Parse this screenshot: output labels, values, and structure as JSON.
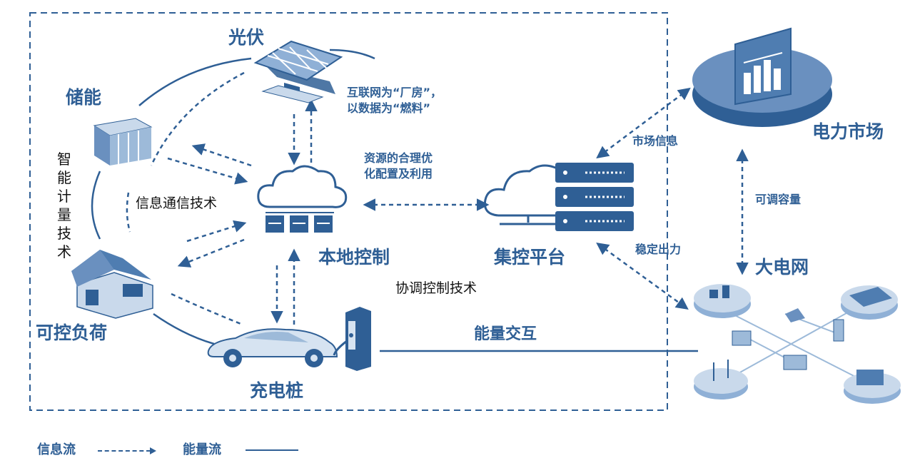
{
  "nodes": {
    "pv": "光伏",
    "storage": "储能",
    "controllable_load": "可控负荷",
    "charging_pile": "充电桩",
    "local_control": "本地控制",
    "central_platform": "集控平台",
    "power_market": "电力市场",
    "power_grid": "大电网"
  },
  "annotations": {
    "internet_factory_line1": "互联网为“厂房”，",
    "internet_factory_line2": "以数据为“燃料”",
    "resource_opt_line1": "资源的合理优",
    "resource_opt_line2": "化配置及利用",
    "info_comm_tech": "信息通信技术",
    "smart_metering_tech": "智能计量技术",
    "coordinated_control_tech": "协调控制技术",
    "market_info": "市场信息",
    "adjustable_capacity": "可调容量",
    "stable_output": "稳定出力",
    "energy_interaction": "能量交互"
  },
  "legend": {
    "info_flow": "信息流",
    "energy_flow": "能量流"
  },
  "colors": {
    "primary": "#2f5f95",
    "light": "#9dbad9",
    "pale": "#d6e3f1"
  }
}
